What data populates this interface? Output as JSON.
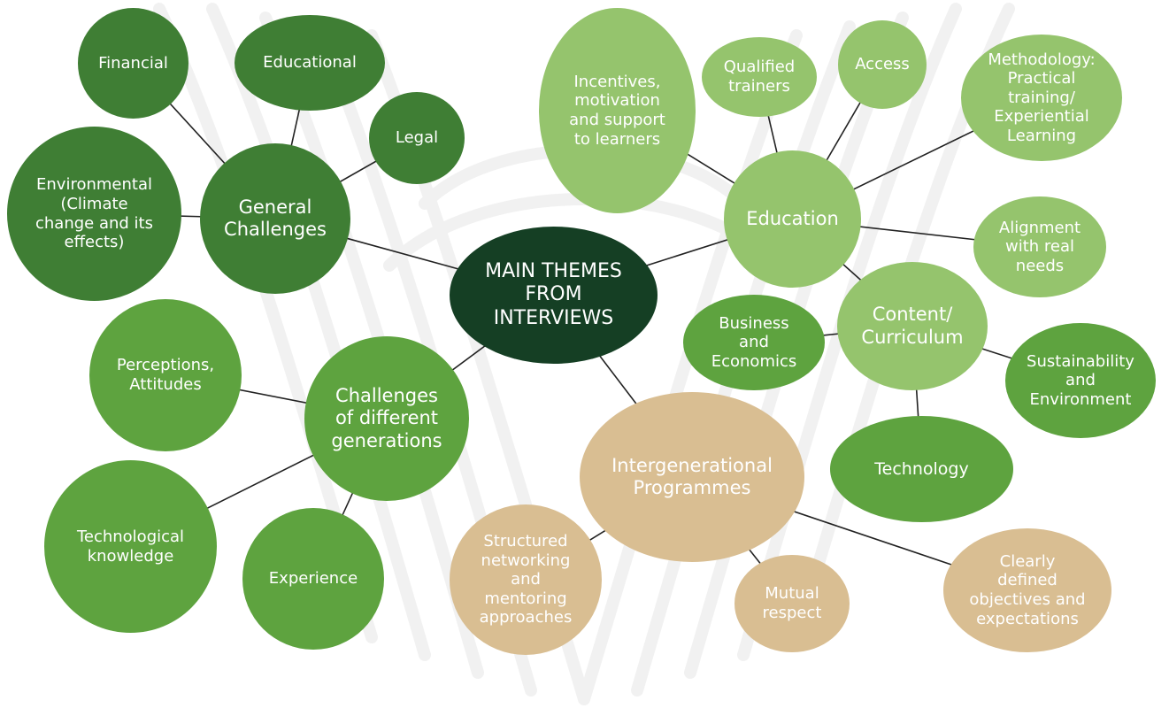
{
  "colors": {
    "center": "#153f24",
    "general": "#3f7e34",
    "generations": "#5ea33f",
    "education": "#95c46d",
    "intergenerational": "#d9be92",
    "connector": "#222222"
  },
  "center": {
    "label": "MAIN THEMES\nFROM\nINTERVIEWS"
  },
  "general_challenges": {
    "label": "General\nChallenges",
    "children": [
      {
        "label": "Financial"
      },
      {
        "label": "Educational"
      },
      {
        "label": "Legal"
      },
      {
        "label": "Environmental\n(Climate\nchange and its\neffects)"
      }
    ]
  },
  "generations": {
    "label": "Challenges\nof different\ngenerations",
    "children": [
      {
        "label": "Perceptions,\nAttitudes"
      },
      {
        "label": "Technological\nknowledge"
      },
      {
        "label": "Experience"
      }
    ]
  },
  "education": {
    "label": "Education",
    "children": [
      {
        "label": "Incentives,\nmotivation\nand support\nto learners"
      },
      {
        "label": "Qualified\ntrainers"
      },
      {
        "label": "Access"
      },
      {
        "label": "Methodology:\nPractical\ntraining/\nExperiential\nLearning"
      },
      {
        "label": "Alignment\nwith real\nneeds"
      }
    ]
  },
  "content": {
    "label": "Content/\nCurriculum",
    "children": [
      {
        "label": "Business\nand\nEconomics"
      },
      {
        "label": "Sustainability\nand\nEnvironment"
      },
      {
        "label": "Technology"
      }
    ]
  },
  "intergenerational": {
    "label": "Intergenerational\nProgrammes",
    "children": [
      {
        "label": "Structured\nnetworking\nand\nmentoring\napproaches"
      },
      {
        "label": "Mutual\nrespect"
      },
      {
        "label": "Clearly\ndefined\nobjectives and\nexpectations"
      }
    ]
  }
}
